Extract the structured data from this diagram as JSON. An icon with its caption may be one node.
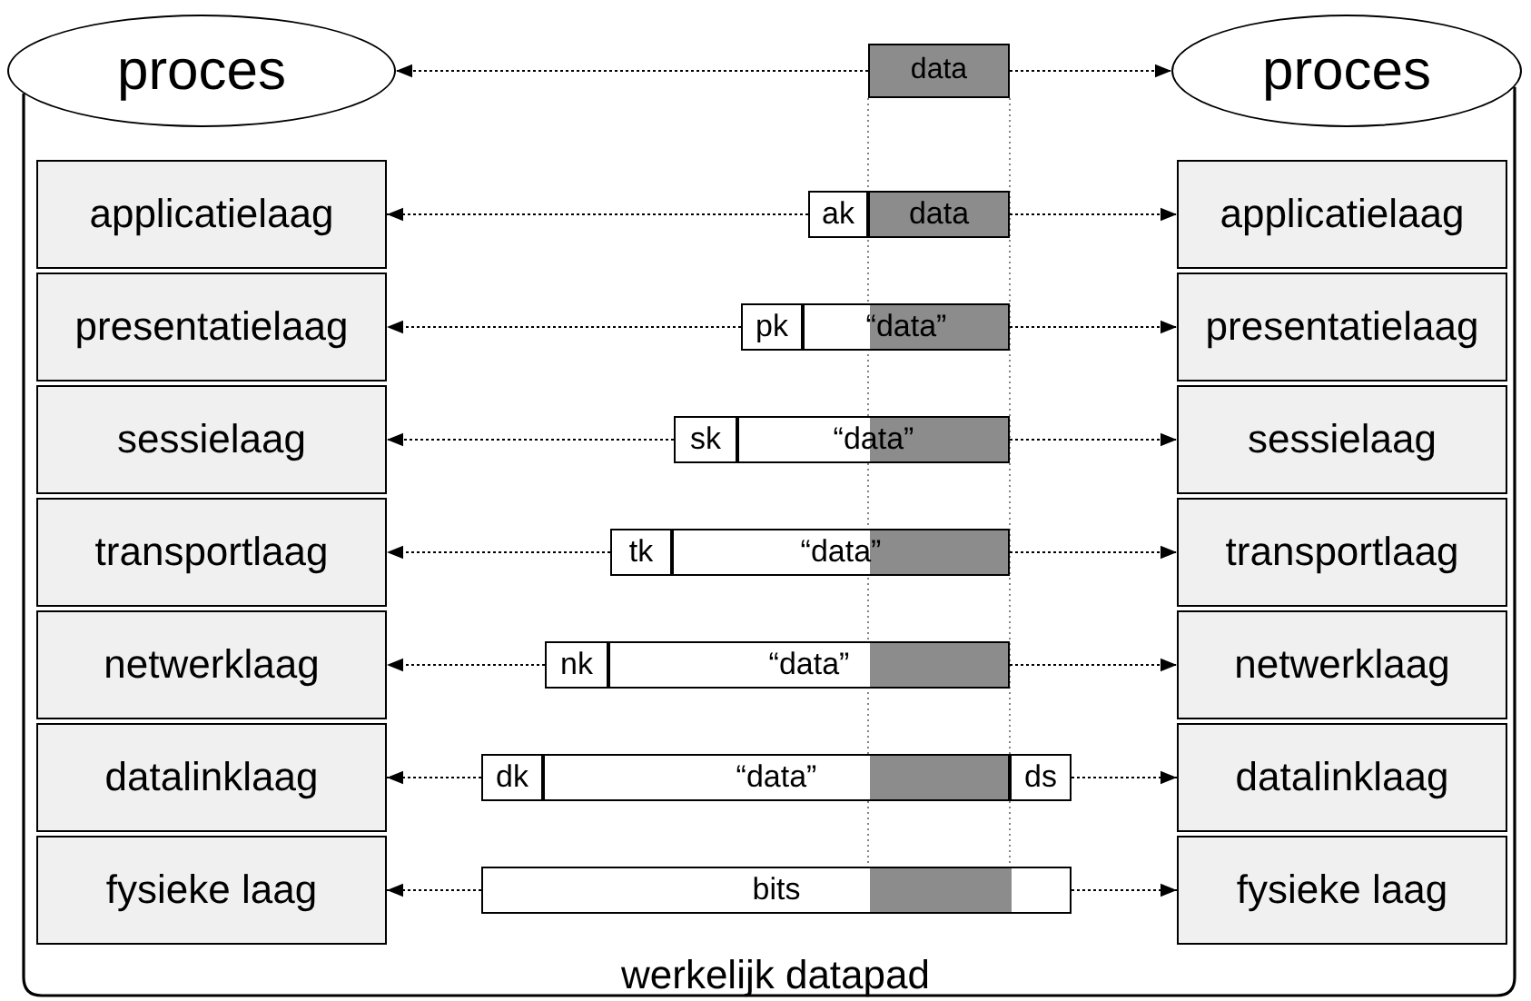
{
  "diagram": {
    "nodes": [
      {
        "text": [
          "proces"
        ]
      },
      {
        "text": [
          "data"
        ]
      },
      {
        "text": [
          "proces"
        ]
      },
      {
        "text": [
          "applicatielaag"
        ]
      },
      {
        "text": [
          "ak"
        ]
      },
      {
        "text": [
          "data"
        ]
      },
      {
        "text": [
          "applicatielaag"
        ]
      },
      {
        "text": [
          "presentatielaag"
        ]
      },
      {
        "text": [
          "pk"
        ]
      },
      {
        "text": [
          "“data”"
        ]
      },
      {
        "text": [
          "presentatielaag"
        ]
      },
      {
        "text": [
          "sessielaag"
        ]
      },
      {
        "text": [
          "sk"
        ]
      },
      {
        "text": [
          "“data”"
        ]
      },
      {
        "text": [
          "sessielaag"
        ]
      },
      {
        "text": [
          "transportlaag"
        ]
      },
      {
        "text": [
          "tk"
        ]
      },
      {
        "text": [
          "“data”"
        ]
      },
      {
        "text": [
          "transportlaag"
        ]
      },
      {
        "text": [
          "netwerklaag"
        ]
      },
      {
        "text": [
          "nk"
        ]
      },
      {
        "text": [
          "“data”"
        ]
      },
      {
        "text": [
          "netwerklaag"
        ]
      },
      {
        "text": [
          "datalinklaag"
        ]
      },
      {
        "text": [
          "dk"
        ]
      },
      {
        "text": [
          "“data”"
        ]
      },
      {
        "text": [
          "ds"
        ]
      },
      {
        "text": [
          "datalinklaag"
        ]
      },
      {
        "text": [
          "fysieke laag"
        ]
      },
      {
        "text": [
          "bits"
        ]
      },
      {
        "text": [
          "fysieke laag"
        ]
      }
    ],
    "edges": [
      {
        "from": 1,
        "to": 0,
        "arrow": "to",
        "style": "dashed"
      },
      {
        "from": 1,
        "to": 2,
        "arrow": "to",
        "style": "dashed"
      },
      {
        "from": 0,
        "to": 2,
        "arrow": "none",
        "label": "werkelijk datapad"
      },
      {
        "from": 4,
        "to": 3,
        "arrow": "to",
        "style": "dashed"
      },
      {
        "from": 5,
        "to": 6,
        "arrow": "to",
        "style": "dashed"
      },
      {
        "from": 8,
        "to": 7,
        "arrow": "to",
        "style": "dashed"
      },
      {
        "from": 9,
        "to": 10,
        "arrow": "to",
        "style": "dashed"
      },
      {
        "from": 12,
        "to": 11,
        "arrow": "to",
        "style": "dashed"
      },
      {
        "from": 13,
        "to": 14,
        "arrow": "to",
        "style": "dashed"
      },
      {
        "from": 16,
        "to": 15,
        "arrow": "to",
        "style": "dashed"
      },
      {
        "from": 17,
        "to": 18,
        "arrow": "to",
        "style": "dashed"
      },
      {
        "from": 20,
        "to": 19,
        "arrow": "to",
        "style": "dashed"
      },
      {
        "from": 21,
        "to": 22,
        "arrow": "to",
        "style": "dashed"
      },
      {
        "from": 24,
        "to": 23,
        "arrow": "to",
        "style": "dashed"
      },
      {
        "from": 26,
        "to": 27,
        "arrow": "to",
        "style": "dashed"
      },
      {
        "from": 29,
        "to": 28,
        "arrow": "to",
        "style": "dashed"
      },
      {
        "from": 29,
        "to": 30,
        "arrow": "to",
        "style": "dashed"
      }
    ]
  }
}
